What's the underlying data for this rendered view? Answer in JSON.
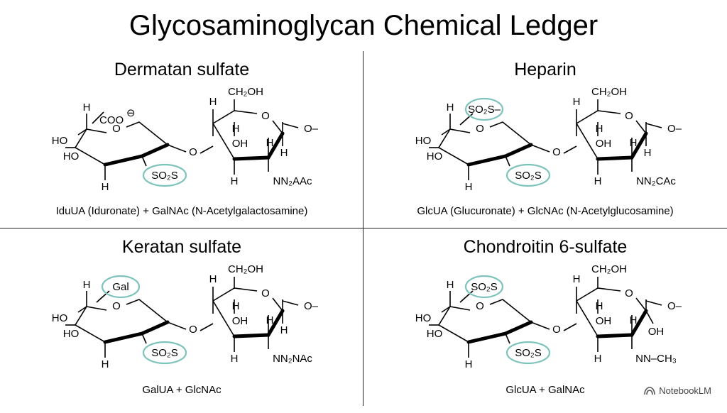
{
  "page": {
    "title": "Glycosaminoglycan Chemical Ledger"
  },
  "highlight_color": "#7fc3bd",
  "panels": [
    {
      "name": "Dermatan sulfate",
      "caption": "IduUA (Iduronate) + GalNAc (N-Acetylgalactosamine)",
      "ring1": {
        "top": "H",
        "top_sub": "COO",
        "top_sup": "⊖",
        "left_top": "HO",
        "left_bottom": "HO",
        "bottom": "H",
        "highlight": "SO₂S"
      },
      "ring2": {
        "top": "CH₂OH",
        "h_labels": [
          "H",
          "H",
          "H",
          "H"
        ],
        "oh": "OH",
        "right": "O–",
        "bottom_label": "NN₂AAc"
      },
      "ring_o": "O",
      "link_o": "O"
    },
    {
      "name": "Heparin",
      "caption": "GlcUA (Glucuronate) + GlcNAc (N-Acetylglucosamine)",
      "ring1": {
        "top": "H",
        "highlight_top": "SO₂S–",
        "left_top": "HO",
        "left_bottom": "HO",
        "bottom": "H",
        "highlight": "SO₂S"
      },
      "ring2": {
        "top": "CH₂OH",
        "h_labels": [
          "H",
          "H",
          "H",
          "H"
        ],
        "oh": "OH",
        "right": "O–",
        "bottom_label": "NN₂CAc"
      },
      "ring_o": "O",
      "link_o": "O"
    },
    {
      "name": "Keratan sulfate",
      "caption": "GalUA + GlcNAc",
      "ring1": {
        "top": "H",
        "highlight_top": "Gal",
        "left_top": "HO",
        "left_bottom": "HO",
        "bottom": "H",
        "highlight": "SO₂S"
      },
      "ring2": {
        "top": "CH₂OH",
        "h_labels": [
          "H",
          "H",
          "H",
          "H"
        ],
        "oh": "OH",
        "right": "O–",
        "bottom_label": "NN₂NAc"
      },
      "ring_o": "O",
      "link_o": "O"
    },
    {
      "name": "Chondroitin 6-sulfate",
      "caption": "GlcUA + GalNAc",
      "ring1": {
        "top": "H",
        "highlight_top": "SO₂S",
        "left_top": "HO",
        "left_bottom": "HO",
        "bottom": "H",
        "highlight": "SO₂S"
      },
      "ring2": {
        "top": "CH₂OH",
        "h_labels": [
          "H",
          "H",
          "H",
          "H"
        ],
        "oh": "OH",
        "oh2": "OH",
        "right": "O–",
        "bottom_label": "NN–CH₃"
      },
      "ring_o": "O",
      "link_o": "O"
    }
  ],
  "brand": {
    "label": "NotebookLM",
    "icon": "notebooklm-logo-icon"
  }
}
